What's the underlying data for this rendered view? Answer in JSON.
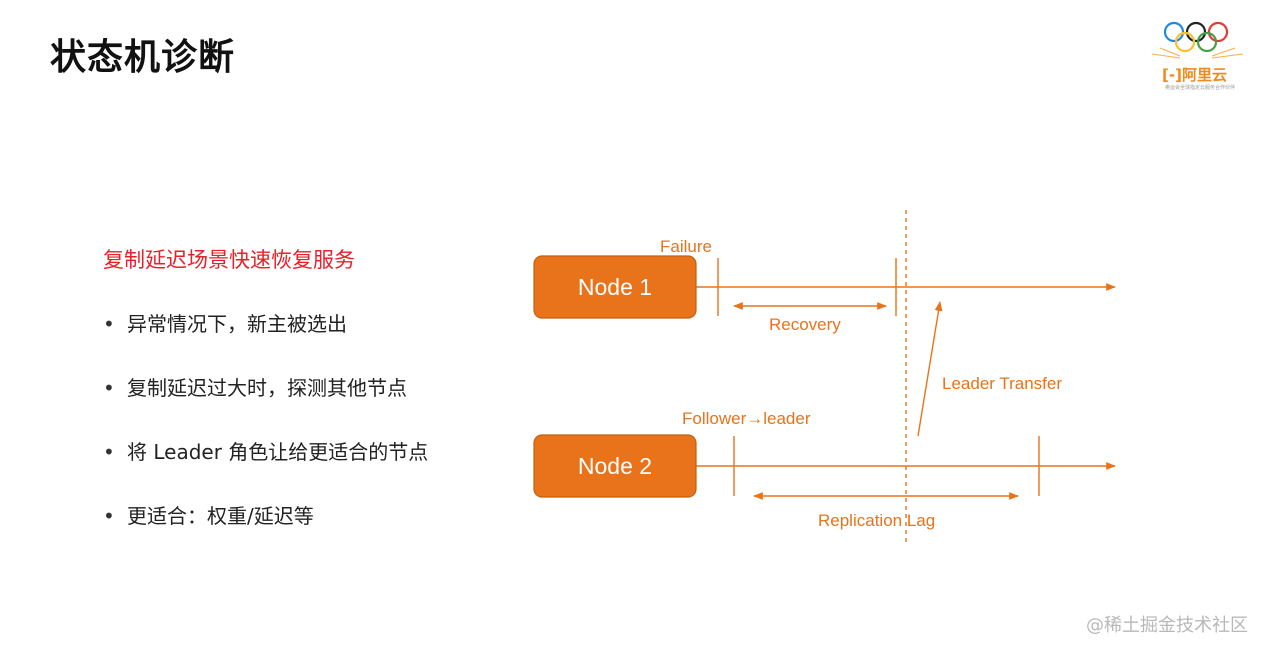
{
  "page": {
    "title": "状态机诊断",
    "brand_name": "阿里云",
    "brand_tagline": "奥运会全球指定云服务合作伙伴",
    "watermark": "@稀土掘金技术社区"
  },
  "content": {
    "subtitle": "复制延迟场景快速恢复服务",
    "bullets": [
      "异常情况下，新主被选出",
      "复制延迟过大时，探测其他节点",
      "将 Leader 角色让给更适合的节点",
      "更适合：权重/延迟等"
    ]
  },
  "diagram": {
    "node1_label": "Node 1",
    "node2_label": "Node 2",
    "failure_label": "Failure",
    "recovery_label": "Recovery",
    "leader_transfer_label": "Leader Transfer",
    "follower_leader_label": "Follower→leader",
    "replication_lag_label": "Replication Lag",
    "accent_color": "#e8731a",
    "node_fill": "#e8731a"
  }
}
